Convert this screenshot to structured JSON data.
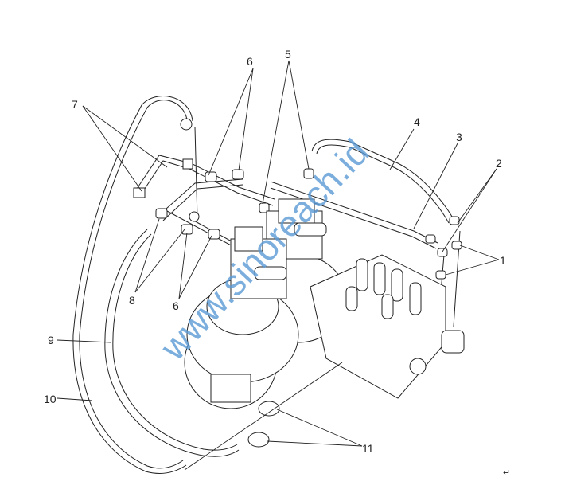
{
  "diagram": {
    "part_labels": [
      {
        "id": "label-6-top",
        "text": "6"
      },
      {
        "id": "label-5",
        "text": "5"
      },
      {
        "id": "label-7",
        "text": "7"
      },
      {
        "id": "label-4",
        "text": "4"
      },
      {
        "id": "label-3",
        "text": "3"
      },
      {
        "id": "label-2",
        "text": "2"
      },
      {
        "id": "label-1",
        "text": "1"
      },
      {
        "id": "label-8",
        "text": "8"
      },
      {
        "id": "label-6-bottom",
        "text": "6"
      },
      {
        "id": "label-9",
        "text": "9"
      },
      {
        "id": "label-10",
        "text": "10"
      },
      {
        "id": "label-11",
        "text": "11"
      }
    ],
    "watermark": "www.sinoreach.id",
    "return_mark": "↵"
  }
}
